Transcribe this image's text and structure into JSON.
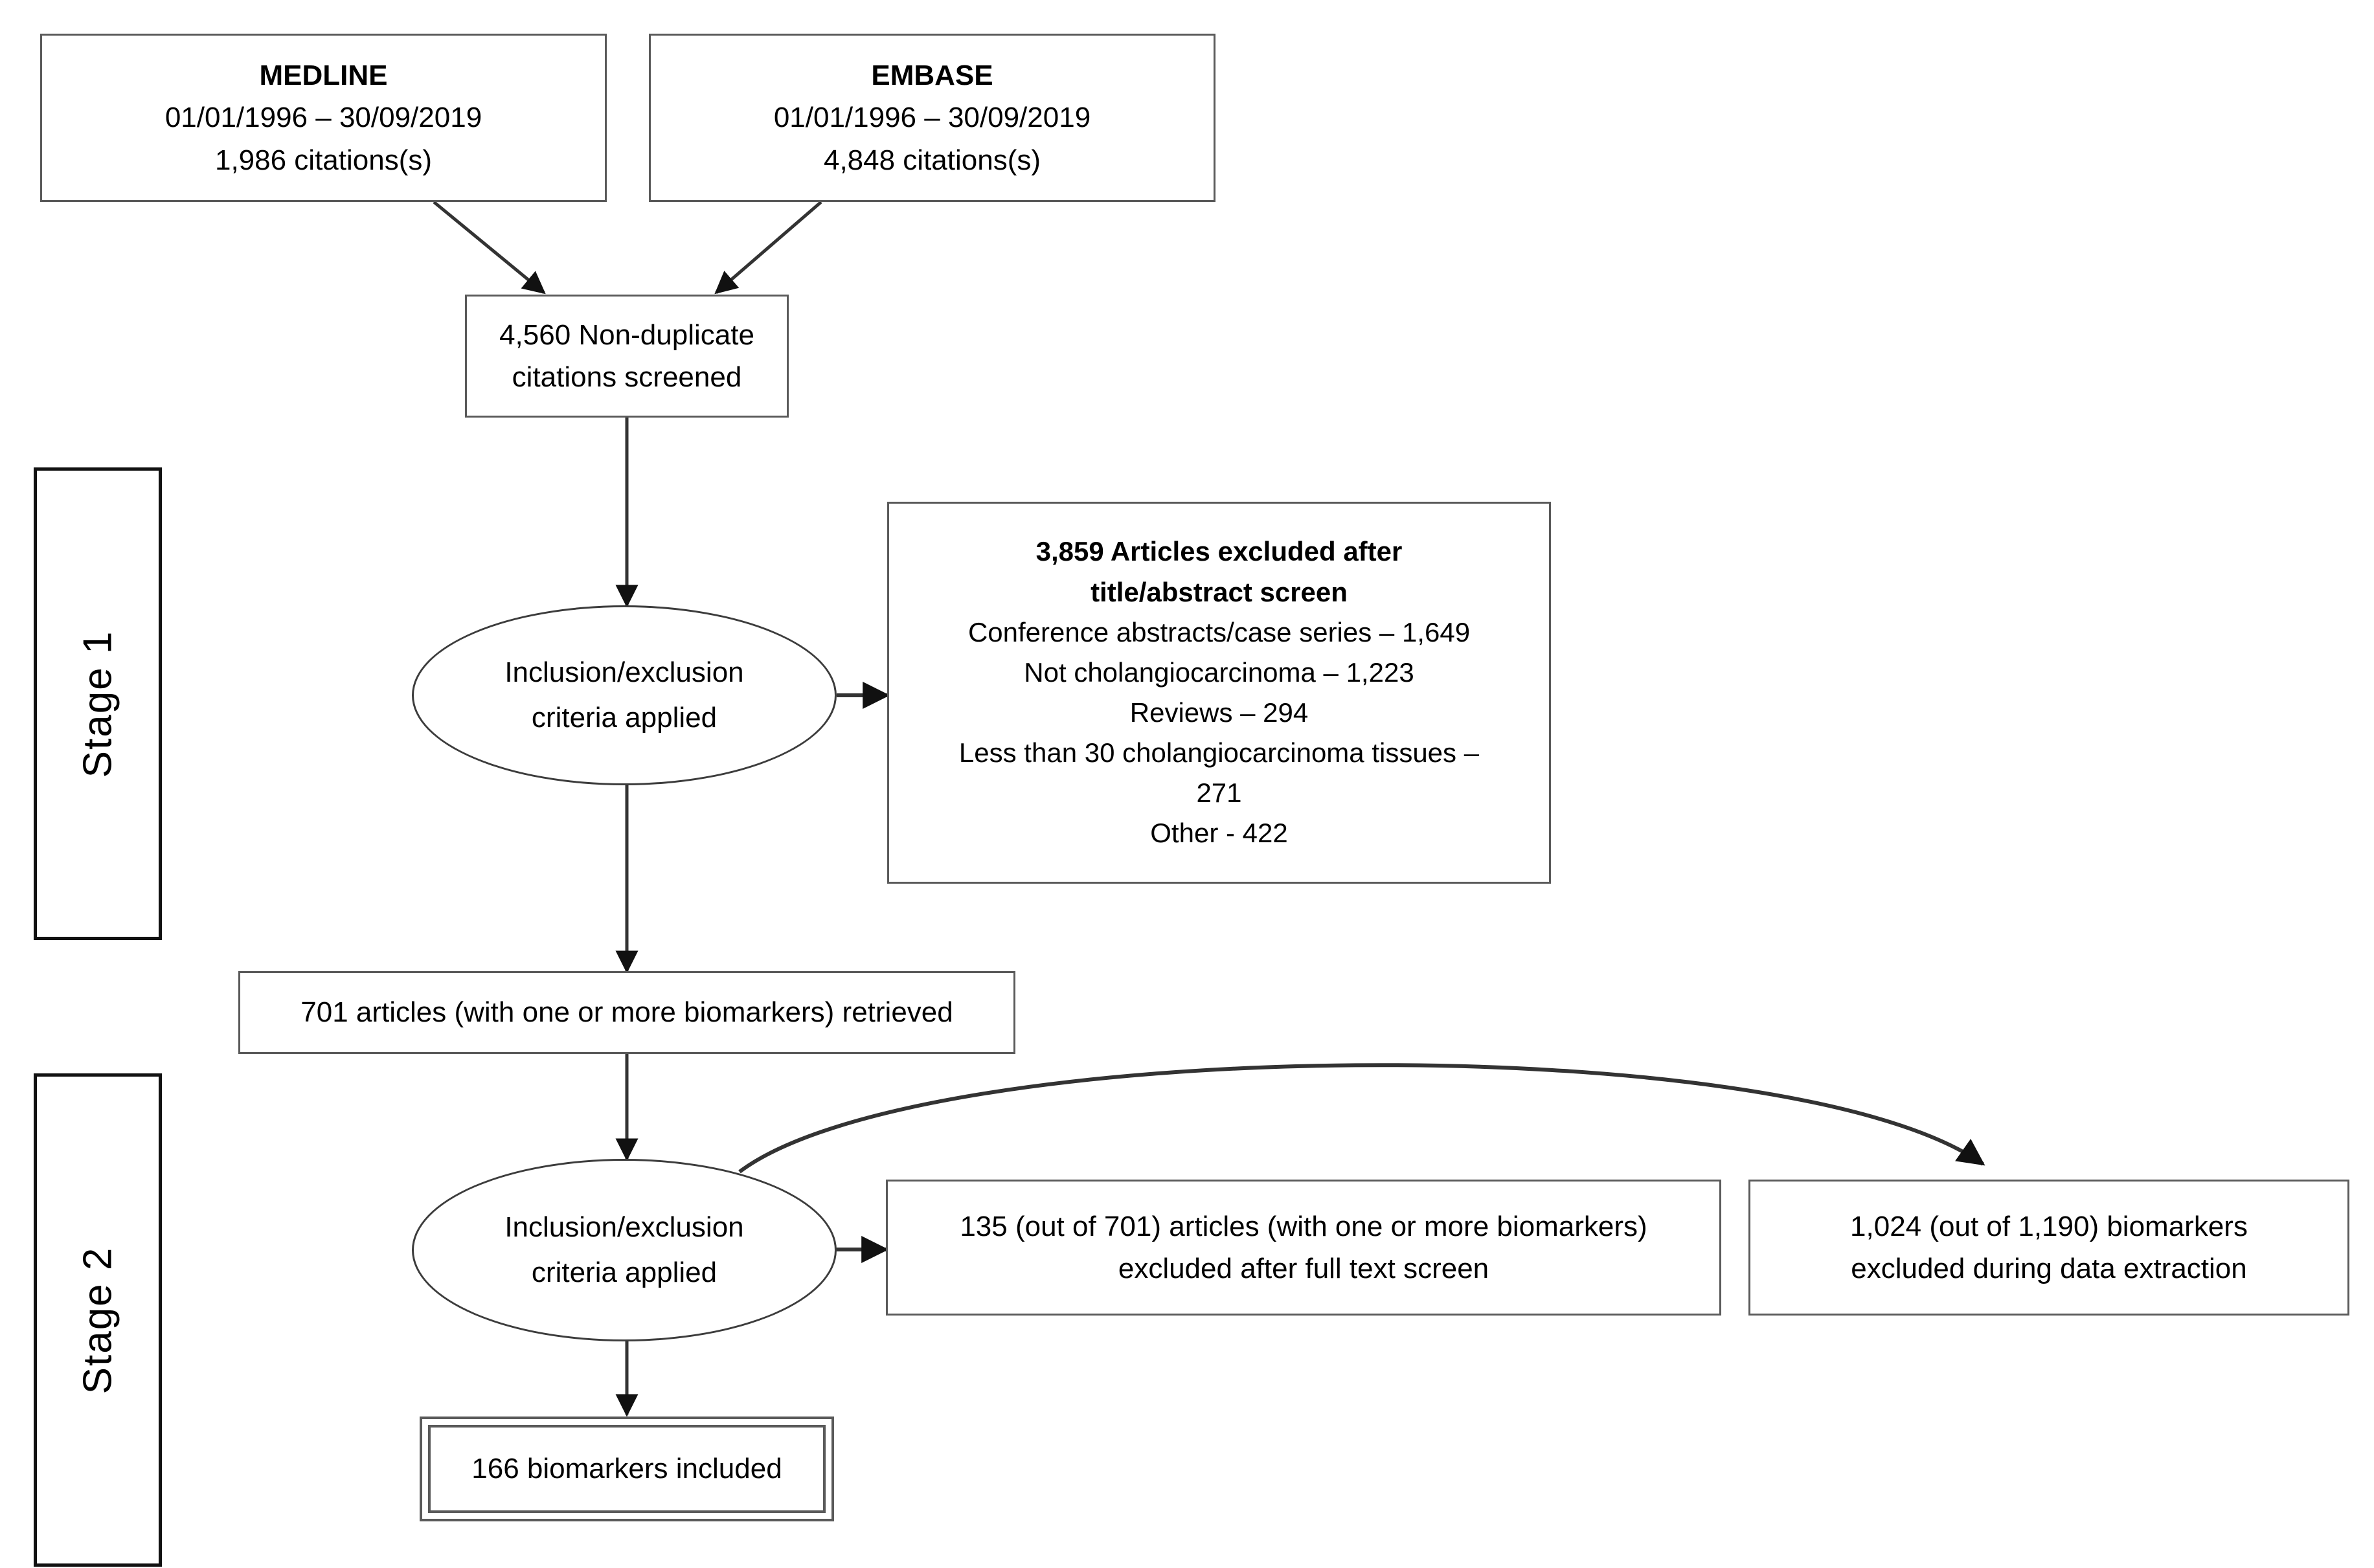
{
  "diagram": {
    "type": "prisma-flowchart",
    "stages": [
      {
        "id": "stage1",
        "label": "Stage 1"
      },
      {
        "id": "stage2",
        "label": "Stage 2"
      }
    ],
    "nodes": {
      "medline": {
        "name": "MEDLINE",
        "date_range": "01/01/1996  – 30/09/2019",
        "citations": "1,986  citations(s)"
      },
      "embase": {
        "name": "EMBASE",
        "date_range": "01/01/1996  – 30/09/2019",
        "citations": "4,848  citations(s)"
      },
      "non_duplicate": {
        "line1": "4,560  Non-duplicate",
        "line2": "citations screened"
      },
      "criteria_stage1": {
        "line1": "Inclusion/exclusion",
        "line2": "criteria applied"
      },
      "excluded_title_abstract": {
        "heading_line1": "3,859  Articles excluded after",
        "heading_line2": "title/abstract  screen",
        "reasons": [
          "Conference abstracts/case  series – 1,649",
          "Not cholangiocarcinoma – 1,223",
          "Reviews – 294",
          "Less than 30 cholangiocarcinoma tissues –",
          "271",
          "Other - 422"
        ]
      },
      "retrieved": {
        "text": "701  articles (with one or more biomarkers) retrieved"
      },
      "criteria_stage2": {
        "line1": "Inclusion/exclusion",
        "line2": "criteria applied"
      },
      "excluded_full_text": {
        "line1": "135  (out of 701)  articles (with one or more biomarkers)",
        "line2": "excluded after full text screen"
      },
      "excluded_extraction": {
        "line1": "1,024  (out of 1,190)  biomarkers",
        "line2": "excluded during data extraction"
      },
      "included": {
        "text": "166  biomarkers included"
      }
    },
    "colors": {
      "box_border": "#5a5a5a",
      "ellipse_border": "#3c3c3c",
      "rail_border": "#111111",
      "connector": "#333333",
      "background": "#ffffff",
      "text": "#000000"
    }
  }
}
